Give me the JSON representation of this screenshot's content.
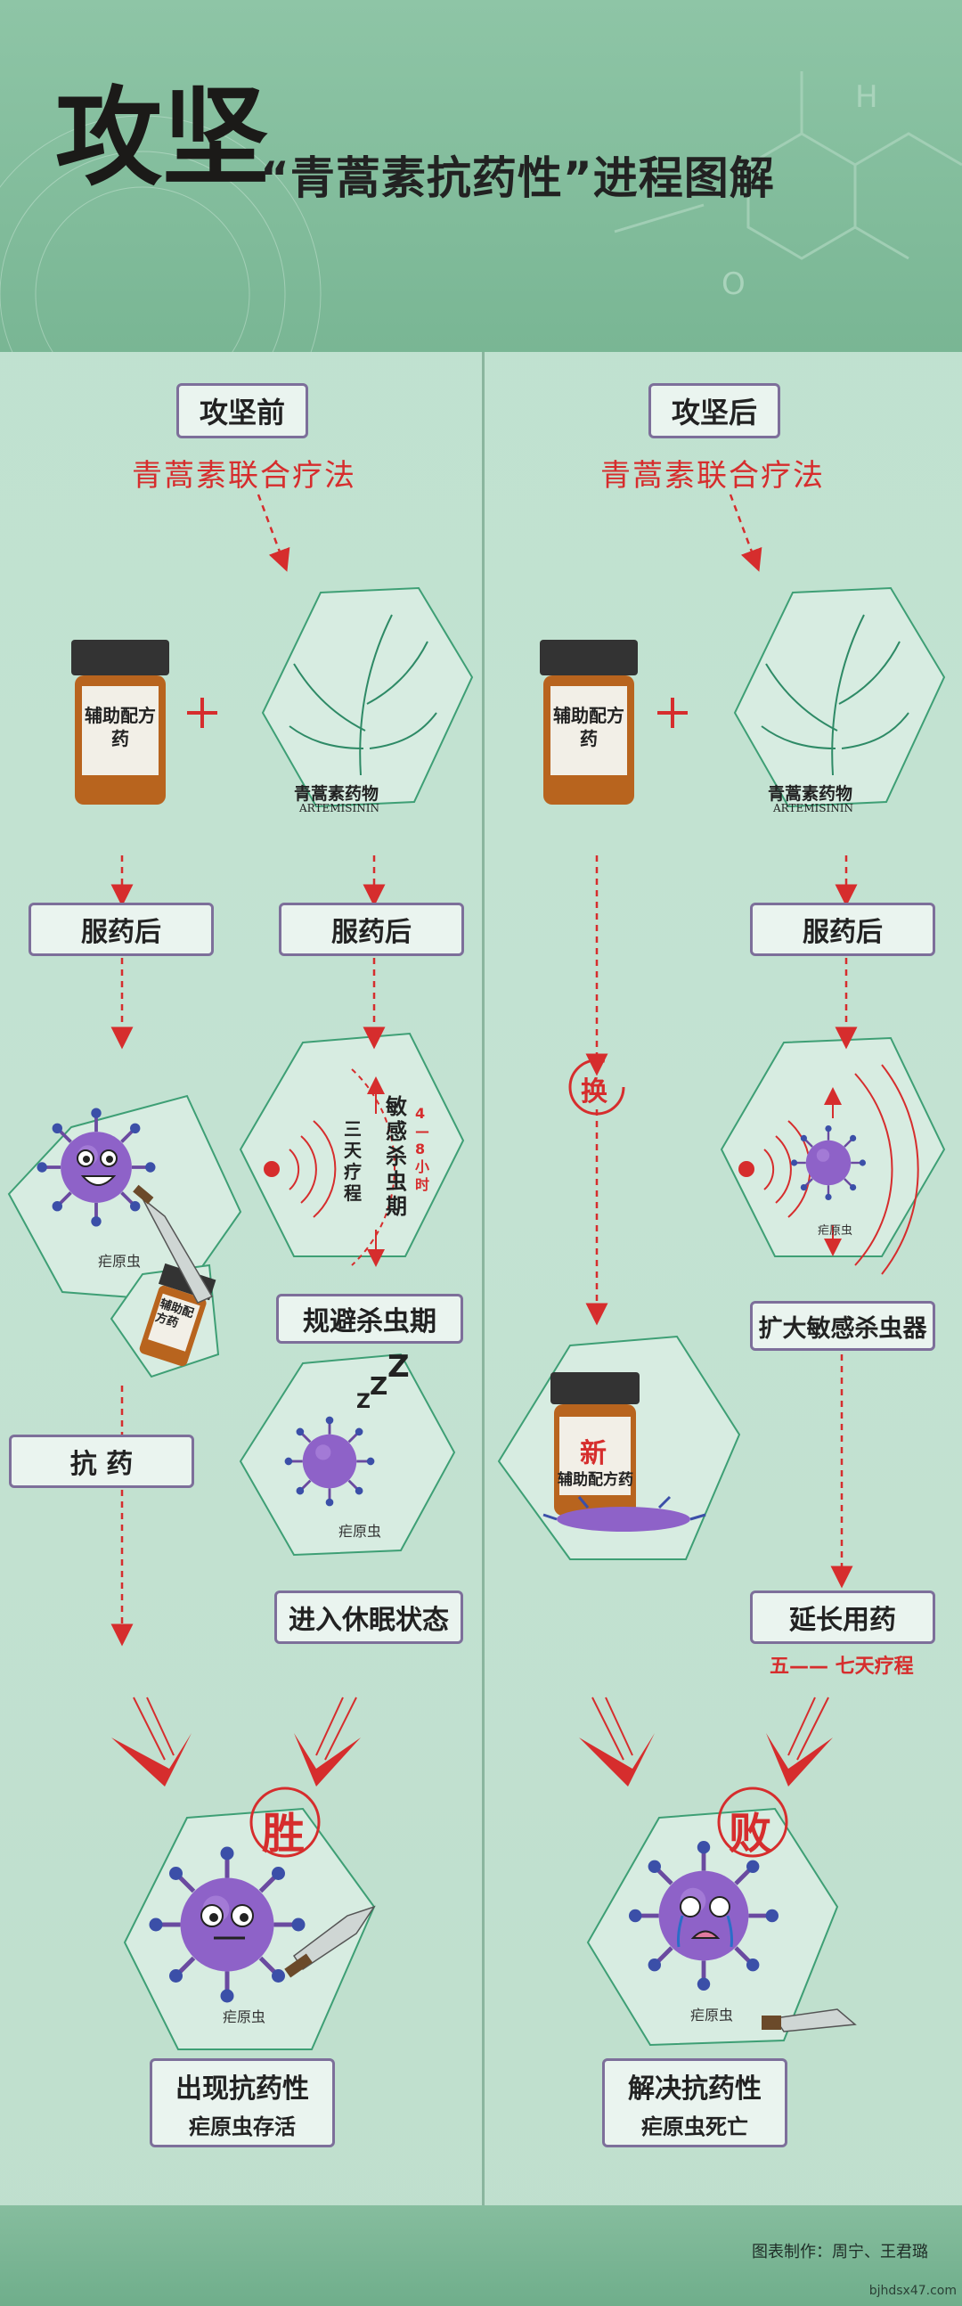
{
  "header": {
    "brush_title": "攻坚",
    "title": "“青蒿素抗药性”进程图解"
  },
  "left": {
    "heading": "攻坚前",
    "therapy": "青蒿素联合疗法",
    "aux_drug": "辅助配方药",
    "artemisinin_cn": "青蒿素药物",
    "artemisinin_en": "ARTEMISININ",
    "after_dose_1": "服药后",
    "after_dose_2": "服药后",
    "sensitive_period": "敏感杀虫期",
    "sensitive_hours": "4—8小时",
    "three_days": "三天疗程",
    "parasite": "疟原虫",
    "aux_drug_small": "辅助配方药",
    "evade": "规避杀虫期",
    "resistance": "抗 药",
    "dormant": "进入休眠状态",
    "parasite_sleep": "疟原虫",
    "win": "胜",
    "parasite_win": "疟原虫",
    "result_title": "出现抗药性",
    "result_sub": "疟原虫存活"
  },
  "right": {
    "heading": "攻坚后",
    "therapy": "青蒿素联合疗法",
    "aux_drug": "辅助配方药",
    "artemisinin_cn": "青蒿素药物",
    "artemisinin_en": "ARTEMISININ",
    "after_dose": "服药后",
    "switch": "换",
    "parasite": "疟原虫",
    "expand": "扩大敏感杀虫器",
    "new_label": "新",
    "new_drug": "辅助配方药",
    "extend": "延长用药",
    "course": "五—— 七天疗程",
    "lose": "败",
    "parasite_lose": "疟原虫",
    "result_title": "解决抗药性",
    "result_sub": "疟原虫死亡"
  },
  "footer": {
    "credit": "图表制作：周宁、王君璐",
    "watermark": "bjhdsx47.com"
  },
  "colors": {
    "red": "#d62d2d",
    "box_border": "#7d6f9a",
    "virus": "#8e62c8",
    "hex_line": "#3e9f75"
  }
}
